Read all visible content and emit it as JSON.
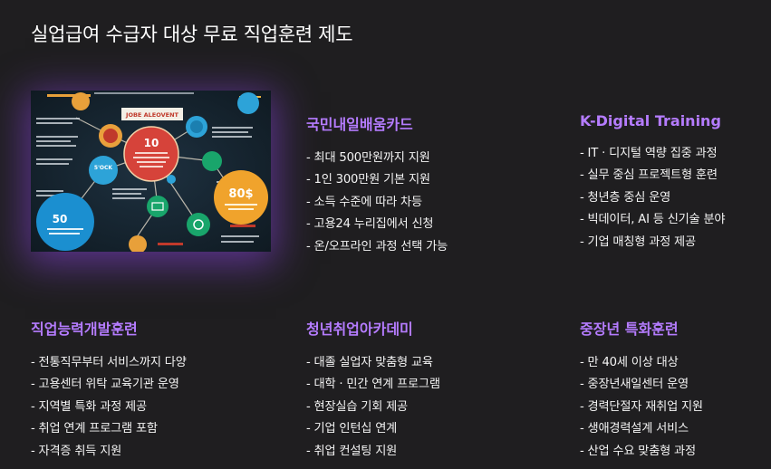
{
  "page": {
    "title": "실업급여 수급자 대상 무료 직업훈련 제도"
  },
  "colors": {
    "background": "#1f1e20",
    "accent": "#b57cff",
    "text": "#f4f4f4"
  },
  "hero_image": {
    "icon": "infographic-image",
    "texts": {
      "banner": "JOBE ALEOVENT",
      "center": "10",
      "left_number": "50",
      "right_number": "80$",
      "mid_left": "5'OCK"
    }
  },
  "sections": [
    {
      "id": "card",
      "title": "국민내일배움카드",
      "items": [
        "- 최대 500만원까지 지원",
        "- 1인 300만원 기본 지원",
        "- 소득 수준에 따라 차등",
        "- 고용24 누리집에서 신청",
        "- 온/오프라인 과정 선택 가능"
      ]
    },
    {
      "id": "kdt",
      "title": "K-Digital Training",
      "items": [
        "- IT · 디지털 역량 집중 과정",
        "- 실무 중심 프로젝트형 훈련",
        "- 청년층 중심 운영",
        "- 빅데이터, AI 등 신기술 분야",
        "- 기업 매칭형 과정 제공"
      ]
    },
    {
      "id": "vtd",
      "title": "직업능력개발훈련",
      "items": [
        "- 전통직무부터 서비스까지 다양",
        "- 고용센터 위탁 교육기관 운영",
        "- 지역별 특화 과정 제공",
        "- 취업 연계 프로그램 포함",
        "- 자격증 취득 지원"
      ]
    },
    {
      "id": "youth",
      "title": "청년취업아카데미",
      "items": [
        "- 대졸 실업자 맞춤형 교육",
        "- 대학 · 민간 연계 프로그램",
        "- 현장실습 기회 제공",
        "- 기업 인턴십 연계",
        "- 취업 컨설팅 지원"
      ]
    },
    {
      "id": "mid",
      "title": "중장년 특화훈련",
      "items": [
        "- 만 40세 이상 대상",
        "- 중장년새일센터 운영",
        "- 경력단절자 재취업 지원",
        "- 생애경력설계 서비스",
        "- 산업 수요 맞춤형 과정"
      ]
    }
  ]
}
